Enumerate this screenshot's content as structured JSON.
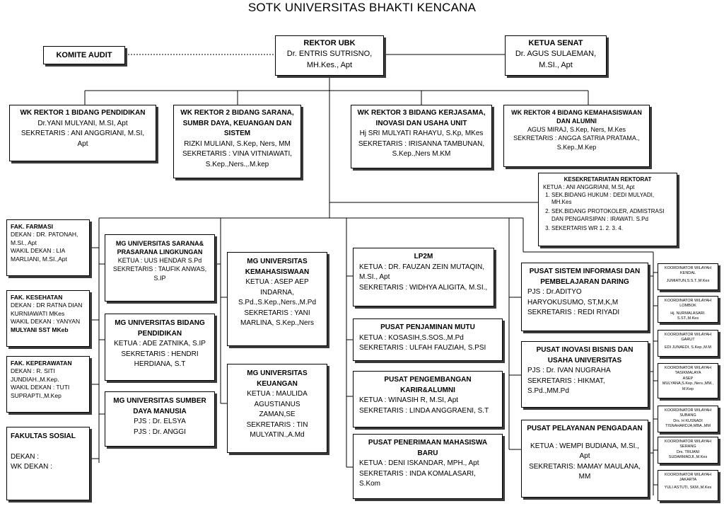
{
  "title": "SOTK UNIVERSITAS BHAKTI KENCANA",
  "rektor": {
    "head": "REKTOR UBK",
    "lines": [
      "Dr. ENTRIS SUTRISNO,",
      "MH.Kes., Apt"
    ]
  },
  "komite": {
    "head": "KOMITE AUDIT"
  },
  "senat": {
    "head": "KETUA SENAT",
    "lines": [
      "Dr. AGUS SULAEMAN,",
      "M.SI., Apt"
    ]
  },
  "wr1": {
    "head": "WK REKTOR 1 BIDANG PENDIDIKAN",
    "lines": [
      "Dr.YANI MULYANI, M.SI, Apt",
      "SEKRETARIS : ANI ANGGRIANI, M.SI,",
      "Apt"
    ]
  },
  "wr2": {
    "head": "WK REKTOR 2 BIDANG SARANA, SUMBR DAYA, KEUANGAN DAN SISTEM",
    "lines": [
      "RIZKI MULIANI, S.Kep, Ners, MM",
      "SEKRETARIS : VINA VITNIAWATI,",
      "S.Kep.,Ners.,.M.kep"
    ]
  },
  "wr3": {
    "head": "WK REKTOR 3 BIDANG KERJASAMA, INOVASI DAN USAHA UNIT",
    "lines": [
      "Hj SRI MULYATI RAHAYU, S.Kp, MKes",
      "SEKRETARIS : IRISANNA TAMBUNAN,",
      "S.Kep.,Ners M.KM"
    ]
  },
  "wr4": {
    "head": "WK REKTOR  4 BIDANG KEMAHASISWAAN  DAN ALUMNI",
    "lines": [
      "AGUS MIRAJ, S.Kep, Ners, M.Kes",
      "SEKRETARIS :   ANGGA SATRIA PRATAMA.,",
      "S.Kep.,M.Kep"
    ]
  },
  "kesek": {
    "head": "KESEKRETARIATAN REKTORAT",
    "ketua": "KETUA : ANI ANGGRIANI, M.SI, Apt",
    "items": [
      "SEK.BIDANG HUKUM : DEDI MULYADI, MH.Kes",
      "SEK.BIDANG PROTOKOLER, ADMISTRASI DAN PENGARSIPAN : IRAWATI. S.Pd",
      "SEKERTARIS WR 1. 2. 3. 4."
    ]
  },
  "fak_farmasi": {
    "head": "FAK. FARMASI",
    "lines": [
      "DEKAN : DR. PATONAH,",
      "M.SI., Apt",
      "WAKIL DEKAN : LIA",
      "MARLIANI, M.SI.,Apt"
    ]
  },
  "fak_kesehatan": {
    "head": "FAK. KESEHATAN",
    "lines": [
      "DEKAN : DR RATNA DIAN",
      "KURNIAWATI MKes",
      "WAKIL DEKAN : YANYAN",
      "MULYANI SST MKeb"
    ]
  },
  "fak_keperawatan": {
    "head": "FAK. KEPERAWATAN",
    "lines": [
      "DEKAN : R. SITI",
      "JUNDIAH.,M.Kep.",
      "WAKIL DEKAN : TUTI",
      "SUPRAPTI.,M.Kep"
    ]
  },
  "fak_sosial": {
    "head": "FAKULTAS SOSIAL",
    "lines": [
      "DEKAN :",
      "WK DEKAN :"
    ]
  },
  "mg_sarana": {
    "head": "MG UNIVERSITAS SARANA& PRASARANA LINGKUNGAN",
    "lines": [
      "KETUA : UUS HENDAR S.Pd",
      "SEKRETARIS : TAUFIK ANWAS,",
      "S.IP"
    ]
  },
  "mg_pendidikan": {
    "head": "MG UNIVERSITAS BIDANG PENDIDIKAN",
    "lines": [
      "KETUA : ADE ZATNIKA, S.IP",
      "SEKRETARIS : HENDRI",
      "HERDIANA, S.T"
    ]
  },
  "mg_sdm": {
    "head": "MG UNIVERSITAS SUMBER DAYA MANUSIA",
    "lines": [
      "PJS : Dr. ELSYA",
      "PJS : Dr. ANGGI"
    ]
  },
  "mg_kemahasiswaan": {
    "head": "MG UNIVERSITAS KEMAHASISWAAN",
    "lines": [
      "KETUA : ASEP  AEP",
      "INDARNA,",
      "S.Pd.,S.Kep.,Ners.,M.Pd",
      "SEKRETARIS : YANI",
      "MARLINA, S.Kep.,Ners"
    ]
  },
  "mg_keuangan": {
    "head": "MG UNIVERSITAS KEUANGAN",
    "lines": [
      "KETUA : MAULIDA",
      "AGUSTIANUS",
      "ZAMAN,SE",
      "SEKRETARIS : TIN",
      "MULYATIN.,A.Md"
    ]
  },
  "lp2m": {
    "head": "LP2M",
    "lines": [
      "KETUA : DR. FAUZAN ZEIN MUTAQIN,",
      "M.SI., Apt",
      "SEKRETARIS : WIDHYA ALIGITA, M.SI.,"
    ]
  },
  "mutu": {
    "head": "PUSAT PENJAMINAN MUTU",
    "lines": [
      "KETUA : KOSASIH,S.SOS.,M.Pd",
      "SEKRETARIS : ULFAH FAUZIAH, S.PSI"
    ]
  },
  "karir": {
    "head": "PUSAT PENGEMBANGAN KARIR&ALUMNI",
    "lines": [
      "KETUA : WINASIH R, M.SI, Apt",
      "SEKRETARIS : LINDA ANGGRAENI, S.T"
    ]
  },
  "pmb": {
    "head": "PUSAT PENERIMAAN MAHASISWA BARU",
    "lines": [
      "KETUA : DENI  ISKANDAR, MPH., Apt",
      "SEKRETARIS : INDA KOMALASARI,",
      "S.Kom"
    ]
  },
  "psi": {
    "head": "PUSAT SISTEM INFORMASI DAN PEMBELAJARAN DARING",
    "lines": [
      "PJS         : Dr.ADITYO",
      "HARYOKUSUMO, ST,M,K,M",
      "SEKRETARIS : REDI RIYADI"
    ]
  },
  "inovasi": {
    "head": "PUSAT INOVASI BISNIS DAN USAHA UNIVERSITAS",
    "lines": [
      "PJS : Dr. IVAN NUGRAHA",
      "SEKRETARIS : HIKMAT,",
      "S.Pd.,MM.Pd"
    ]
  },
  "pengadaan": {
    "head": "PUSAT PELAYANAN PENGADAAN",
    "lines": [
      "KETUA : WEMPI BUDIANA,  M.SI.,",
      "Apt",
      "SEKRETARIS:  MAMAY MAULANA,",
      "MM"
    ]
  },
  "korwil": [
    {
      "head": "KOORDINATOR WILAYAH KENDAL",
      "lines": [
        "JUMIATUN,S.S.T.,M.Kes"
      ]
    },
    {
      "head": "KOORDINATOR WILAYAH LOMBOK",
      "lines": [
        "Hj. NURMALASARI. S.ST.,M.Kes"
      ]
    },
    {
      "head": "KOORDINATOR WILAYAH GARUT",
      "lines": [
        "EDI JUNAEDI, S.Kep.,M.M"
      ]
    },
    {
      "head": "KOORDINATOR WILAYAH TASIKMALAYA",
      "lines": [
        "ASEP",
        "MULYANA,S.Kep.,Ners.,MM.,",
        "M.Kep"
      ]
    },
    {
      "head": "KOORDINATOR WILAYAH SUBANG",
      "lines": [
        "Drs. H KUSNADI",
        "TISNAHARDJA,MBA.,MM"
      ]
    },
    {
      "head": "KOORDINATOR WILAYAH SERANG",
      "lines": [
        "Drs. TRIJANI",
        "SUDARMADJI.,M.Kes"
      ]
    },
    {
      "head": "KOORDINATOR WILAYAH JAKARTA",
      "lines": [
        "YULI ASTUTI, SKM.,M.Kes"
      ]
    }
  ]
}
